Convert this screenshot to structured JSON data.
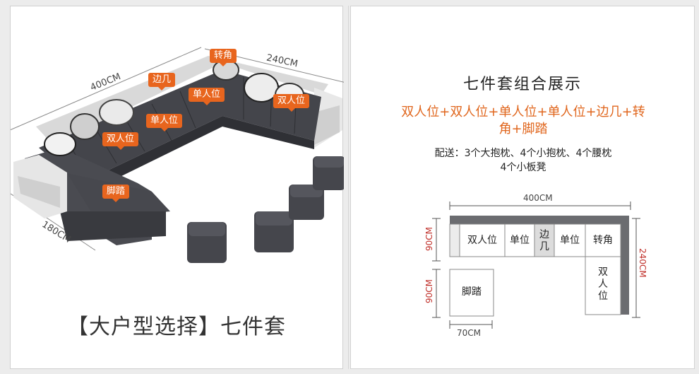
{
  "left": {
    "dims": {
      "width_400": "400CM",
      "depth_240": "240CM",
      "chaise_180": "180CM"
    },
    "tags": {
      "corner": "转角",
      "side_table": "边几",
      "single_a": "单人位",
      "single_b": "单人位",
      "double_a": "双人位",
      "double_b": "双人位",
      "footrest": "脚踏"
    },
    "caption": "【大户型选择】七件套"
  },
  "right": {
    "title": "七件套组合展示",
    "combo_line1": "双人位+双人位+单人位+单人位+边几+转",
    "combo_line2": "角+脚踏",
    "extras_line1": "配送：3个大抱枕、4个小抱枕、4个腰枕",
    "extras_line2": "4个小板凳",
    "plan": {
      "dim_top": "400CM",
      "dim_left_upper": "90CM",
      "dim_left_lower": "90CM",
      "dim_right": "240CM",
      "dim_bottom": "70CM",
      "cells": {
        "double_top": "双人位",
        "single_1": "单位",
        "side_table": "边几",
        "single_2": "单位",
        "corner": "转角",
        "double_right": "双人位",
        "footrest": "脚踏"
      }
    }
  },
  "colors": {
    "accent": "#e8651e",
    "combo_text": "#e0661d",
    "dim_red": "#c0302a",
    "sofa_fabric": "#3c3d42",
    "sofa_frame": "#e6e6e6"
  }
}
